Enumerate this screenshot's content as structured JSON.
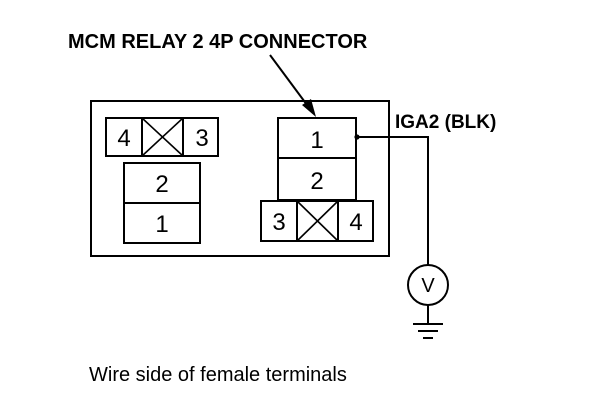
{
  "title": "MCM RELAY 2 4P CONNECTOR",
  "wire_label": "IGA2 (BLK)",
  "caption": "Wire side of female terminals",
  "meter_symbol": "V",
  "left_cavity": {
    "top_left": "4",
    "top_right": "3",
    "middle": "2",
    "bottom": "1"
  },
  "right_cavity": {
    "top": "1",
    "middle": "2",
    "bottom_left": "3",
    "bottom_right": "4"
  }
}
